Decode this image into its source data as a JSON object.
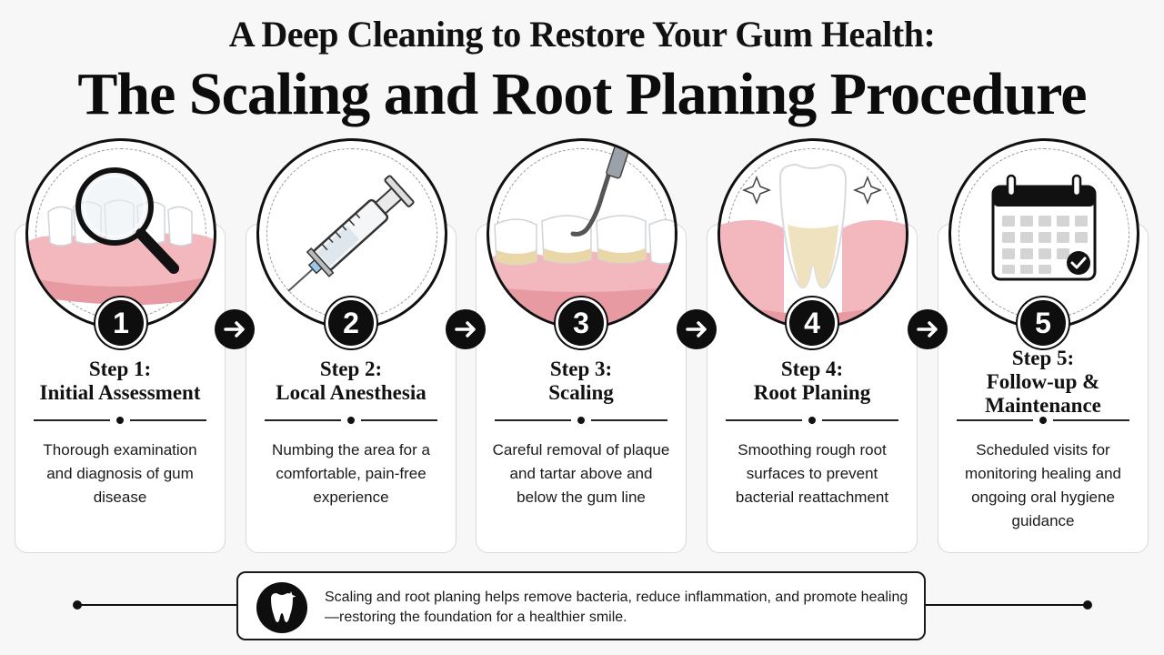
{
  "header": {
    "subtitle": "A Deep Cleaning to Restore Your Gum Health:",
    "title": "The Scaling and Root Planing Procedure"
  },
  "steps": [
    {
      "number": "1",
      "label": "Step 1:",
      "name": "Initial Assessment",
      "description": "Thorough examination and diagnosis of gum disease",
      "icon": "magnifying-glass-over-teeth-icon"
    },
    {
      "number": "2",
      "label": "Step 2:",
      "name": "Local Anesthesia",
      "description": "Numbing the area for a comfortable, pain-free experience",
      "icon": "syringe-icon"
    },
    {
      "number": "3",
      "label": "Step 3:",
      "name": "Scaling",
      "description": "Careful removal of plaque and tartar above and below the gum line",
      "icon": "dental-scaler-icon"
    },
    {
      "number": "4",
      "label": "Step 4:",
      "name": "Root Planing",
      "description": "Smoothing rough root surfaces to prevent bacterial reattachment",
      "icon": "smooth-tooth-root-icon"
    },
    {
      "number": "5",
      "label": "Step 5:",
      "name": "Follow-up & Maintenance",
      "description": "Scheduled visits for monitoring healing and ongoing oral hygiene guidance",
      "icon": "calendar-check-icon"
    }
  ],
  "footer": {
    "text": "Scaling and root planing helps remove bacteria, reduce inflammation, and promote healing—restoring the foundation for a healthier smile.",
    "icon": "sparkling-tooth-icon"
  },
  "colors": {
    "ink": "#111111",
    "gum": "#f2b8bd",
    "tooth": "#ffffff",
    "tartar": "#e9d7a8",
    "card_border": "#d9d9d9"
  }
}
